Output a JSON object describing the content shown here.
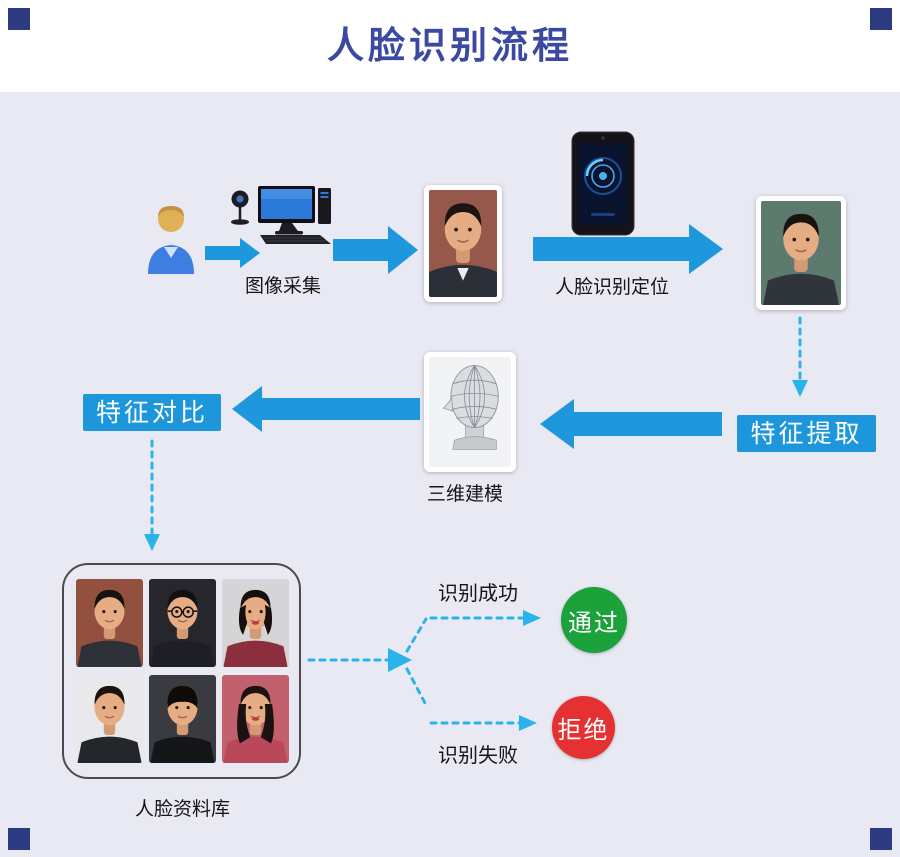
{
  "title": "人脸识别流程",
  "nodes": {
    "capture": "图像采集",
    "detect": "人脸识别定位",
    "modeling": "三维建模",
    "extract": "特征提取",
    "compare": "特征对比",
    "database": "人脸资料库",
    "success": "识别成功",
    "fail": "识别失败",
    "pass": "通过",
    "reject": "拒绝"
  },
  "colors": {
    "title_text": "#3b4aa0",
    "header_bg": "#ffffff",
    "body_bg": "#e9e9f3",
    "corner_square": "#2c3a80",
    "solid_arrow": "#1e97dd",
    "dashed_line": "#2ab3e8",
    "label_box_bg": "#1e96dc",
    "label_box_text": "#ffffff",
    "pass_circle": "#1ba23b",
    "reject_circle": "#e53131"
  },
  "icons": {
    "person-icon": "user figure, yellow head with blue torso",
    "webcam-pc-icon": "webcam beside desktop computer with keyboard",
    "terminal-icon": "face recognition terminal with glowing blue scan screen",
    "wireframe-head-icon": "gray 3D wireframe mesh head",
    "face-photo": "portrait photo of a person",
    "face-database-grid": "grid of six portrait photos (2 rows x 3 columns)"
  }
}
